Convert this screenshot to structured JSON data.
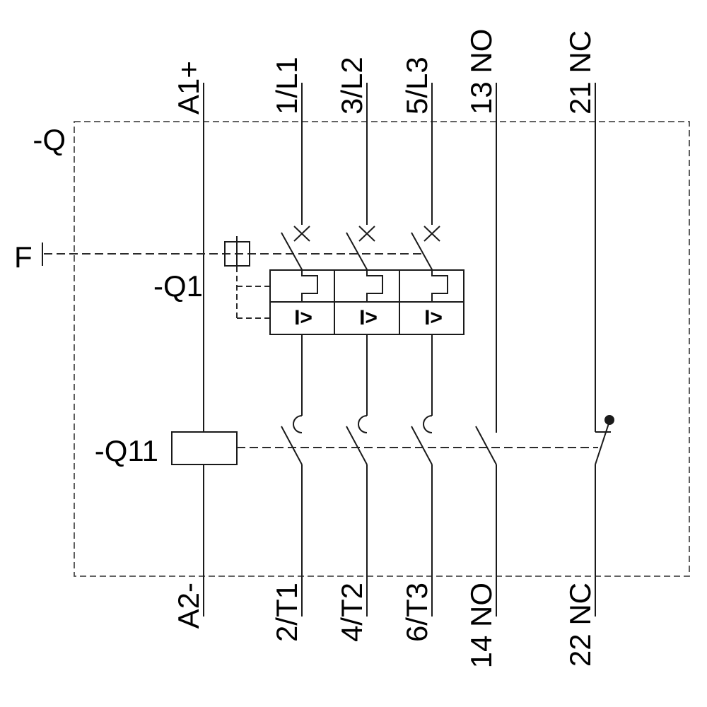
{
  "diagram_type": "motor-starter-protector-wiring-schematic",
  "device_labels": {
    "enclosure": "-Q",
    "release": "F",
    "breaker_unit": "-Q1",
    "contactor_coil": "-Q11",
    "overcurrent_release": "I>"
  },
  "terminals": {
    "top": [
      "A1+",
      "1/L1",
      "3/L2",
      "5/L3",
      "13 NO",
      "21 NC"
    ],
    "bottom": [
      "A2-",
      "2/T1",
      "4/T2",
      "6/T3",
      "14 NO",
      "22 NC"
    ]
  },
  "colors": {
    "background": "#ffffff",
    "line": "#1a1a1a",
    "dashed_link": "#2b2b2b",
    "enclosure_border": "#4d4d4d",
    "text": "#000000"
  }
}
